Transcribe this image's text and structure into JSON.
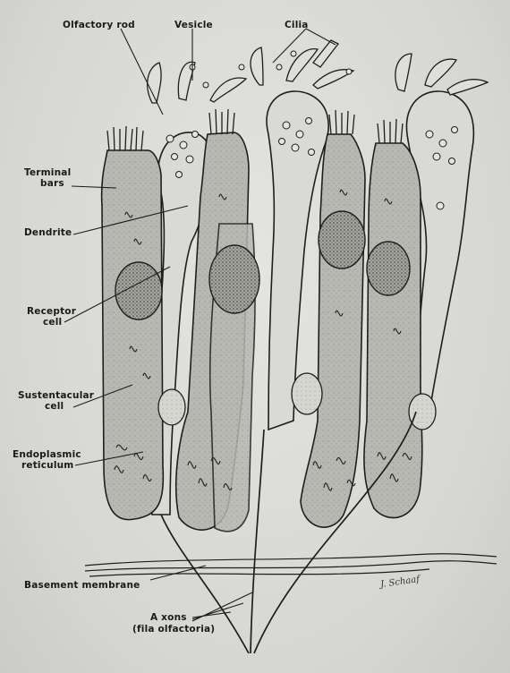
{
  "labels": {
    "olfactory_rod": "Olfactory rod",
    "vesicle": "Vesicle",
    "cilia": "Cilia",
    "terminal_bars_1": "Terminal",
    "terminal_bars_2": "bars",
    "dendrite": "Dendrite",
    "receptor_cell_1": "Receptor",
    "receptor_cell_2": "cell",
    "sustentacular_cell_1": "Sustentacular",
    "sustentacular_cell_2": "cell",
    "endoplasmic_reticulum_1": "Endoplasmic",
    "endoplasmic_reticulum_2": "reticulum",
    "basement_membrane": "Basement membrane",
    "axons_1": "A xons",
    "axons_2": "(fila olfactoria)"
  },
  "colors": {
    "background": "#d9d9d6",
    "sustentacular_fill": "#b9b9b3",
    "receptor_fill": "#dcdcd8",
    "ink": "#1e1e1e",
    "nucleus_fill": "#8f8f8a"
  }
}
